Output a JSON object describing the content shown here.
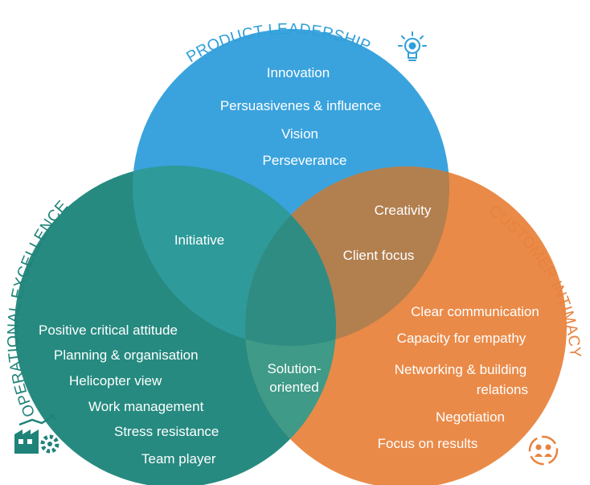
{
  "circles": {
    "product": {
      "title": "PRODUCT LEADERSHIP",
      "color": "#3aa3dd",
      "title_color": "#2f9fd9",
      "icon": "lightbulb-gear-icon"
    },
    "operational": {
      "title": "OPERATIONAL EXCELLENCE",
      "color": "#268a80",
      "title_color": "#1f8379",
      "icon": "factory-growth-icon"
    },
    "customer": {
      "title": "CUSTOMER INTIMACY",
      "color": "#ea8a48",
      "title_color": "#e8823e",
      "icon": "people-cycle-icon"
    }
  },
  "overlap_colors": {
    "product_operational": "#2e9a9a",
    "product_customer": "#b27f4f",
    "operational_customer": "#3f9a87",
    "center": "#2f8c82"
  },
  "product_only": [
    "Innovation",
    "Persuasivenes & influence",
    "Vision",
    "Perseverance"
  ],
  "product_operational": [
    "Initiative"
  ],
  "product_customer": [
    "Creativity",
    "Client focus"
  ],
  "center": [
    "Solution-",
    "oriented"
  ],
  "operational_only": [
    "Positive critical attitude",
    "Planning & organisation",
    "Helicopter view",
    "Work management",
    "Stress resistance",
    "Team player"
  ],
  "customer_only": [
    "Clear communication",
    "Capacity for empathy",
    "Networking & building",
    "relations",
    "Negotiation",
    "Focus on results"
  ]
}
